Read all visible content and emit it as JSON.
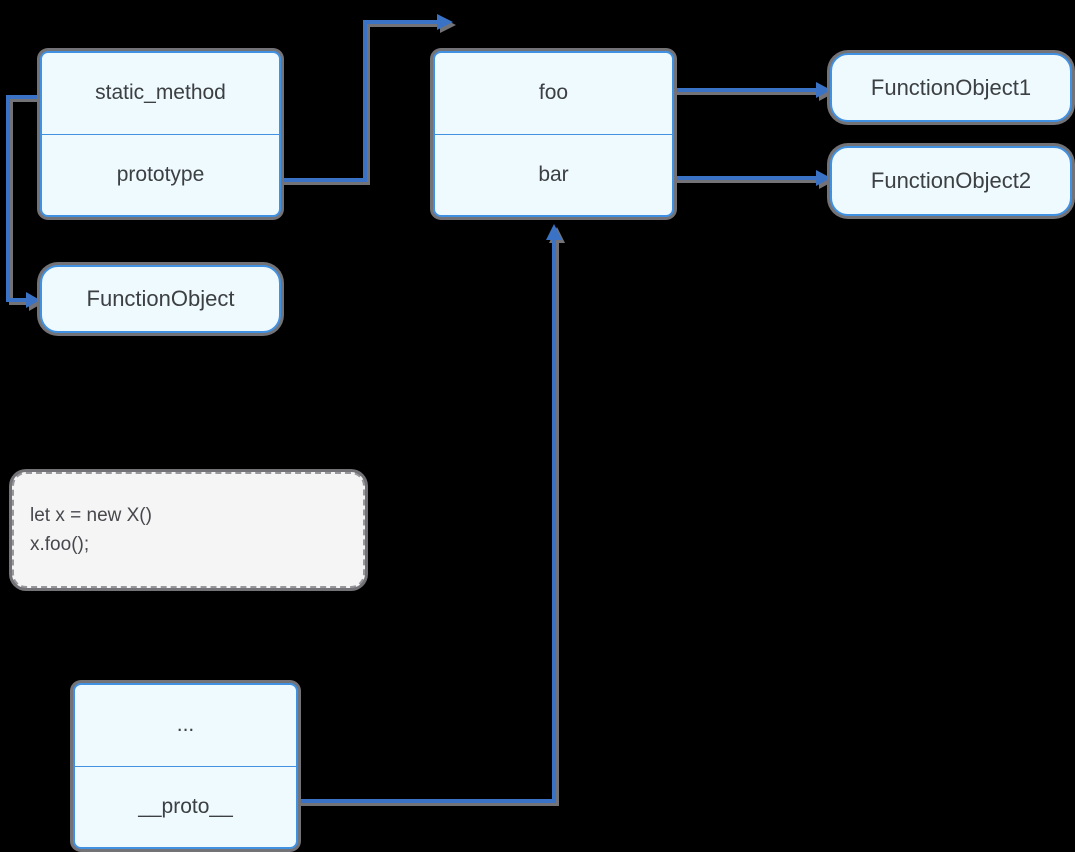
{
  "colors": {
    "background": "#000000",
    "box_fill": "#effaff",
    "box_border": "#4191e2",
    "connector_blue": "#3a72c6",
    "shadow_gray": "#737377",
    "text": "#3c4043"
  },
  "boxes": {
    "class_box": {
      "row1": "static_method",
      "row2": "prototype"
    },
    "function_object": {
      "label": "FunctionObject"
    },
    "method_box": {
      "row1": "foo",
      "row2": "bar"
    },
    "function_object1": {
      "label": "FunctionObject1"
    },
    "function_object2": {
      "label": "FunctionObject2"
    },
    "code_box": {
      "line1": "let x = new X()",
      "line2": "x.foo();"
    },
    "instance_box": {
      "row1": "...",
      "row2": "__proto__"
    }
  }
}
